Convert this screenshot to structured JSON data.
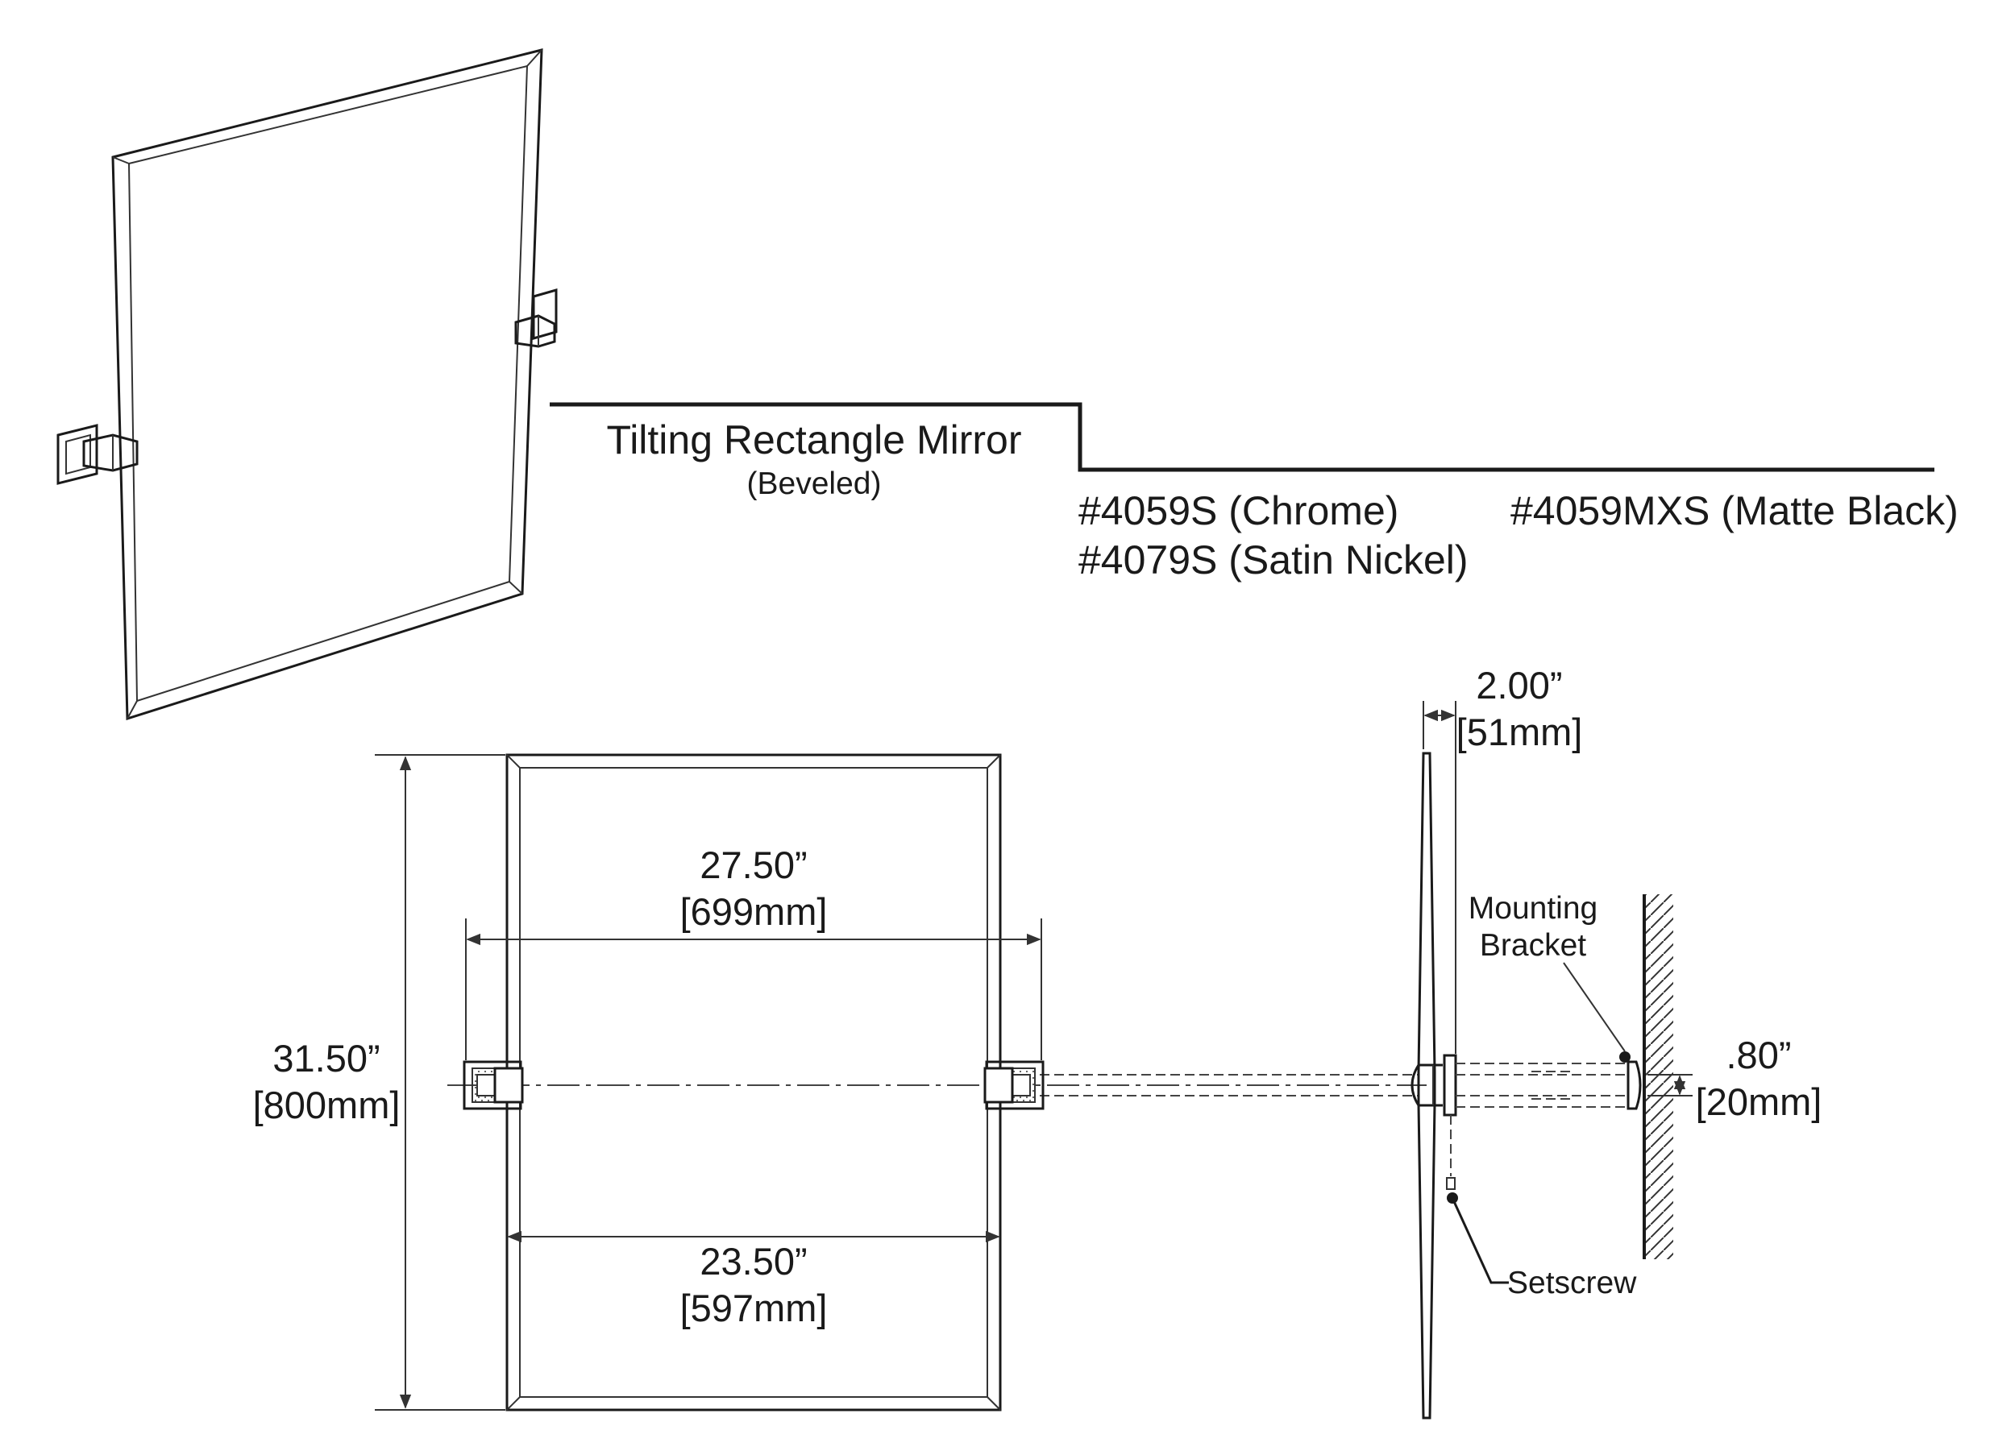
{
  "product": {
    "title": "Tilting Rectangle Mirror",
    "subtitle": "(Beveled)",
    "models": [
      "#4059S (Chrome)",
      "#4079S (Satin Nickel)",
      "#4059MXS (Matte Black)"
    ]
  },
  "dimensions": {
    "overall_width": {
      "in": "27.50”",
      "mm": "[699mm]"
    },
    "mirror_width": {
      "in": "23.50”",
      "mm": "[597mm]"
    },
    "height": {
      "in": "31.50”",
      "mm": "[800mm]"
    },
    "projection": {
      "in": "2.00”",
      "mm": "[51mm]"
    },
    "bracket": {
      "in": ".80”",
      "mm": "[20mm]"
    }
  },
  "callouts": {
    "mounting_bracket": [
      "Mounting",
      "Bracket"
    ],
    "setscrew": "Setscrew"
  },
  "colors": {
    "line": "#1a1a1a",
    "background": "#ffffff"
  }
}
